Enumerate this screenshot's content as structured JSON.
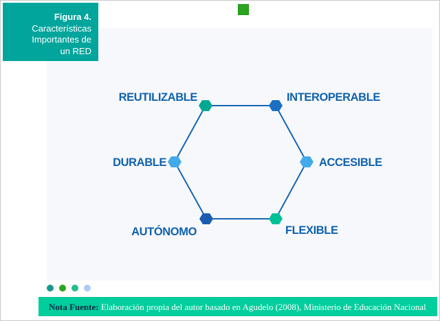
{
  "figure_box": {
    "title": "Figura 4.",
    "line1": "Características",
    "line2": "Importantes de",
    "line3": "un RED"
  },
  "timeline_marker": {
    "color": "#2ba51f",
    "border_color": "#1e9210"
  },
  "diagram": {
    "type": "hexagon-cycle",
    "edge_color": "#1565b3",
    "label_color": "#0f62ad",
    "nodes": [
      {
        "label": "REUTILIZABLE",
        "color": "#00a794",
        "position": "top-left"
      },
      {
        "label": "INTEROPERABLE",
        "color": "#1c6fc2",
        "position": "top-right"
      },
      {
        "label": "DURABLE",
        "color": "#42aae9",
        "position": "left"
      },
      {
        "label": "ACCESIBLE",
        "color": "#42aae9",
        "position": "right"
      },
      {
        "label": "AUTÓNOMO",
        "color": "#1a5cb0",
        "position": "bottom-left"
      },
      {
        "label": "FLEXIBLE",
        "color": "#00c096",
        "position": "bottom-right"
      }
    ]
  },
  "carousel_dots": [
    {
      "color": "#18998f"
    },
    {
      "color": "#2aa520"
    },
    {
      "color": "#25bd8f"
    },
    {
      "color": "#abcbf4"
    }
  ],
  "note_bar": {
    "bg_color": "#00ce9d",
    "prefix": "Nota Fuente:",
    "text": " Elaboración propia del autor basado en Agudelo (2008), Ministerio de Educación Nacional"
  }
}
